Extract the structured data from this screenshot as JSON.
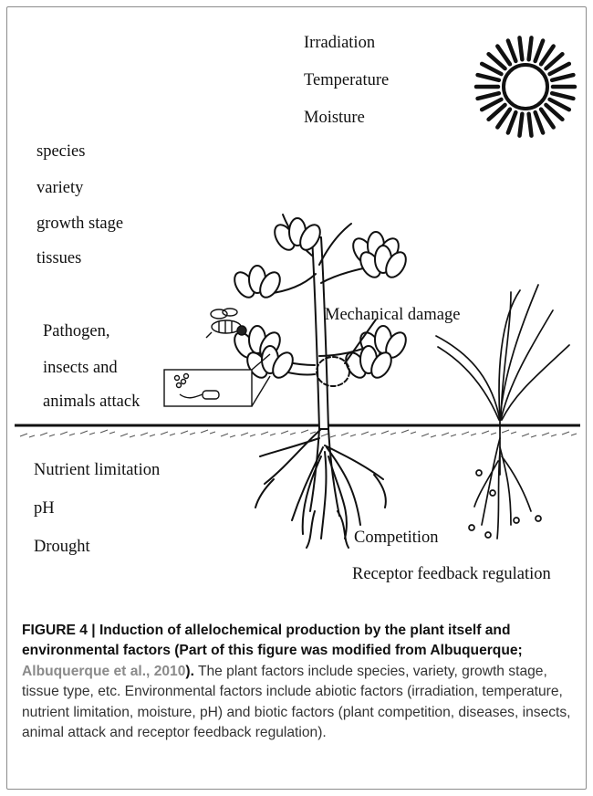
{
  "labels": {
    "climate": [
      "Irradiation",
      "Temperature",
      "Moisture"
    ],
    "plant_factors": [
      "species",
      "variety",
      "growth stage",
      "tissues"
    ],
    "biotic_attack": [
      "Pathogen,",
      "insects and",
      "animals attack"
    ],
    "mechanical": "Mechanical damage",
    "soil": [
      "Nutrient limitation",
      "pH",
      "Drought"
    ],
    "competition": "Competition",
    "receptor": "Receptor feedback regulation"
  },
  "caption": {
    "title_start": "FIGURE 4 | Induction of allelochemical production by the plant itself and environmental factors (Part of this figure was modified from Albuquerque; ",
    "citation": "Albuquerque et al., 2010",
    "title_end": ").",
    "body": " The plant factors include species, variety, growth stage, tissue type, etc. Environmental factors include abiotic factors (irradiation, temperature, nutrient limitation, moisture, pH) and biotic factors (plant competition, diseases, insects, animal attack and receptor feedback regulation)."
  },
  "icons": {
    "sun": "sun-icon",
    "tree": "tree-icon",
    "grass": "grass-icon",
    "insect": "bee-icon",
    "microbe_box": "pathogen-box-icon"
  }
}
